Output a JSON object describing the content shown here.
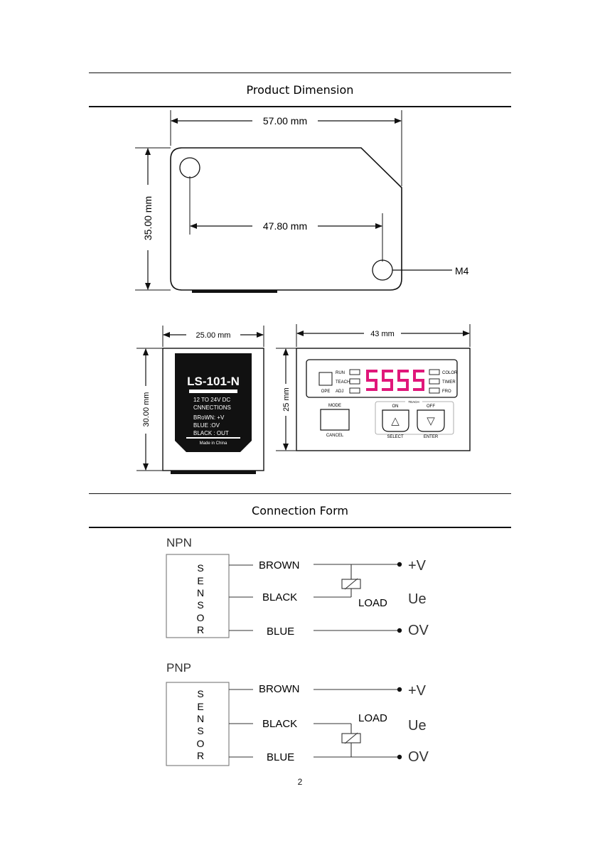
{
  "sections": {
    "dimension_title": "Product Dimension",
    "connection_title": "Connection Form"
  },
  "top_drawing": {
    "width_label": "57.00 mm",
    "height_label": "35.00 mm",
    "hole_spacing_label": "47.80 mm",
    "hole_label": "M4"
  },
  "side_drawing": {
    "width_label": "25.00 mm",
    "height_label": "30.00 mm",
    "sticker": {
      "model": "LS-101-N",
      "voltage": "12 TO 24V DC",
      "connections_heading": "CNNECTIONS",
      "brown": "BRoWN: +V",
      "blue": "BLUE :OV",
      "black": "BLACK : OUT",
      "origin": "Made in China"
    }
  },
  "front_drawing": {
    "width_label": "43 mm",
    "height_label": "25 mm",
    "display_digits": "5555",
    "ope_label": "OPE",
    "indicators_left": [
      "RUN",
      "TEACH",
      "ADJ"
    ],
    "indicators_right": [
      "COLOR",
      "TIMER",
      "FRO"
    ],
    "mode_label": "MODE",
    "cancel_label": "CANCEL",
    "teach_label": "TEACH",
    "on_label": "ON",
    "off_label": "OFF",
    "select_label": "SELECT",
    "enter_label": "ENTER",
    "up_glyph": "△",
    "down_glyph": "▽",
    "digit_color": "#e0177a"
  },
  "npn": {
    "title": "NPN",
    "sensor_letters": [
      "S",
      "E",
      "N",
      "S",
      "O",
      "R"
    ],
    "wire_brown": "BROWN",
    "wire_black": "BLACK",
    "wire_blue": "BLUE",
    "load": "LOAD",
    "plus_v": "+V",
    "ue": "Ue",
    "ov": "OV"
  },
  "pnp": {
    "title": "PNP",
    "sensor_letters": [
      "S",
      "E",
      "N",
      "S",
      "O",
      "R"
    ],
    "wire_brown": "BROWN",
    "wire_black": "BLACK",
    "wire_blue": "BLUE",
    "load": "LOAD",
    "plus_v": "+V",
    "ue": "Ue",
    "ov": "OV"
  },
  "page_number": "2"
}
